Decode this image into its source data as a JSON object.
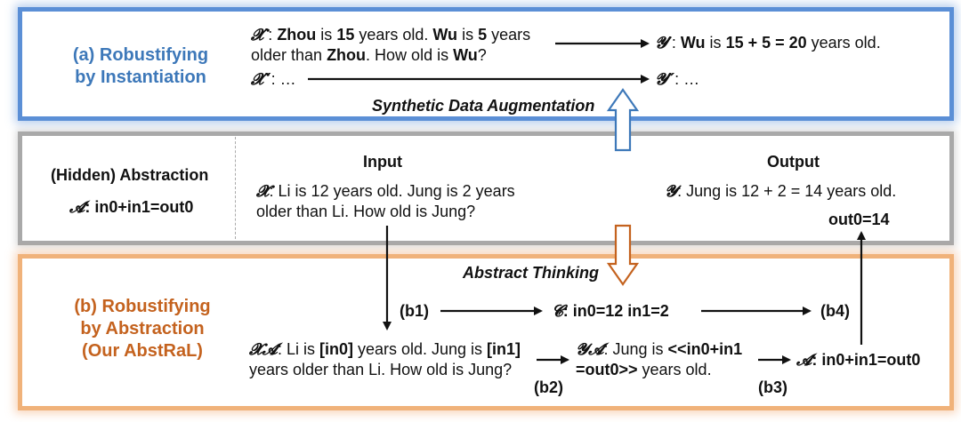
{
  "panel_a": {
    "title_line1": "(a) Robustifying",
    "title_line2": "by Instantiation",
    "x_prime_sym": "𝓧′",
    "x_prime_parts": [
      ": ",
      "Zhou",
      " is ",
      "15",
      " years old. ",
      "Wu",
      " is ",
      "5",
      " years"
    ],
    "x_prime_line2_parts": [
      "older than ",
      "Zhou",
      ". How old is ",
      "Wu",
      "?"
    ],
    "y_prime_sym": "𝓨′",
    "y_prime_parts": [
      ": ",
      "Wu",
      " is ",
      "15 + 5 = 20",
      " years old."
    ],
    "x_dprime_sym": "𝓧″",
    "x_dprime_text": ": …",
    "y_dprime_sym": "𝓨″",
    "y_dprime_text": ": …",
    "augmentation_label": "Synthetic Data Augmentation"
  },
  "panel_hidden": {
    "title": "(Hidden) Abstraction",
    "a_sym": "𝓐",
    "a_text": ": in0+in1=out0",
    "input_header": "Input",
    "output_header": "Output",
    "x_sym": "𝓧",
    "x_line1": ": Li is 12 years old. Jung is 2 years",
    "x_line2": "older than Li. How old is Jung?",
    "y_sym": "𝓨",
    "y_text": ": Jung is 12 + 2 = 14 years old.",
    "out_text": "out0=14"
  },
  "panel_b": {
    "title_line1": "(b) Robustifying",
    "title_line2": "by Abstraction",
    "title_line3": "(Our AbstRaL)",
    "thinking_label": "Abstract Thinking",
    "b1": "(b1)",
    "b2": "(b2)",
    "b3": "(b3)",
    "b4": "(b4)",
    "c_sym": "𝓒",
    "c_text": ":  in0=12  in1=2",
    "xa_sym": "𝓧𝓐",
    "xa_line1_parts": [
      ": Li is ",
      "[in0]",
      " years old. Jung is ",
      "[in1]"
    ],
    "xa_line2": "years older than Li. How old is Jung?",
    "ya_sym": "𝓨𝓐",
    "ya_line1_parts": [
      ": Jung is ",
      "<<in0+in1"
    ],
    "ya_line2_parts": [
      "=out0>>",
      " years old."
    ],
    "a_sym": "𝓐",
    "a_text": ": in0+in1=out0"
  },
  "colors": {
    "blue": "#3d78b9",
    "orange": "#c4621e",
    "gray": "#a9a9a9"
  }
}
